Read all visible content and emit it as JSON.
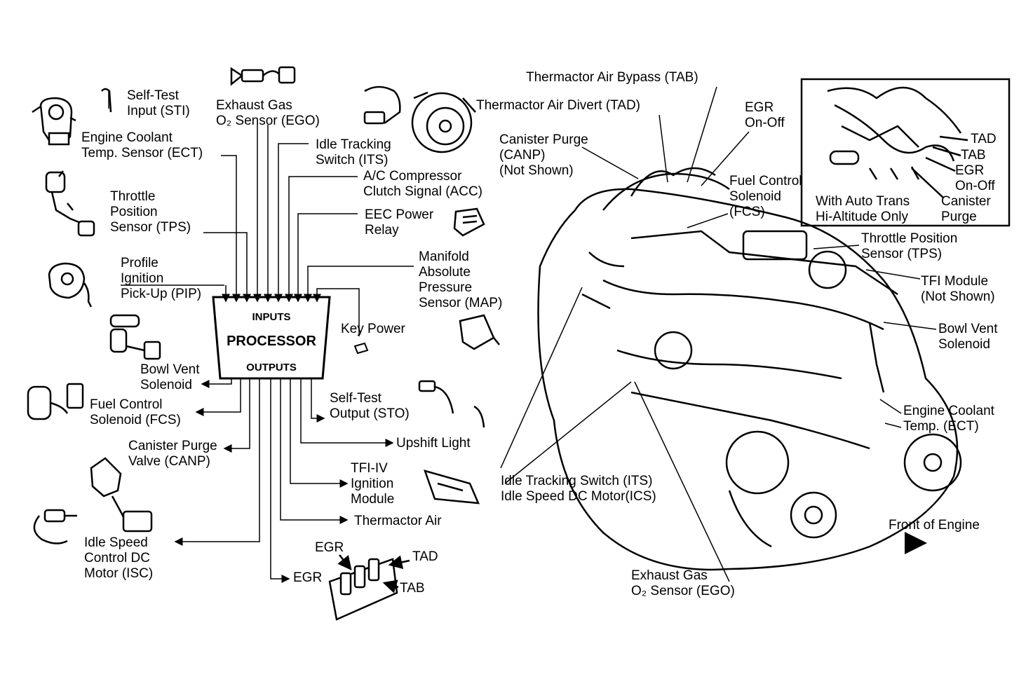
{
  "left": {
    "self_test_input": [
      "Self-Test",
      "Input (STI)"
    ],
    "exhaust_gas_o2": [
      "Exhaust Gas",
      "O₂ Sensor (EGO)"
    ],
    "engine_coolant": [
      "Engine Coolant",
      "Temp. Sensor (ECT)"
    ],
    "idle_tracking": [
      "Idle Tracking",
      "Switch (ITS)"
    ],
    "ac_compressor": [
      "A/C Compressor",
      "Clutch Signal (ACC)"
    ],
    "throttle_position": [
      "Throttle",
      "Position",
      "Sensor (TPS)"
    ],
    "eec_power": [
      "EEC Power",
      "Relay"
    ],
    "profile_ignition": [
      "Profile",
      "Ignition",
      "Pick-Up (PIP)"
    ],
    "map_sensor": [
      "Manifold",
      "Absolute",
      "Pressure",
      "Sensor (MAP)"
    ],
    "key_power": "Key Power",
    "bowl_vent": [
      "Bowl Vent",
      "Solenoid"
    ],
    "fuel_control": [
      "Fuel Control",
      "Solenoid (FCS)"
    ],
    "self_test_output": [
      "Self-Test",
      "Output (STO)"
    ],
    "upshift_light": "Upshift Light",
    "canister_purge_valve": [
      "Canister Purge",
      "Valve (CANP)"
    ],
    "tfi_iv": [
      "TFI-IV",
      "Ignition",
      "Module"
    ],
    "thermactor_air": "Thermactor Air",
    "idle_speed": [
      "Idle Speed",
      "Control DC",
      "Motor (ISC)"
    ],
    "egr_top": "EGR",
    "tad": "TAD",
    "egr_bottom": "EGR",
    "tab": "TAB"
  },
  "processor": {
    "inputs": "INPUTS",
    "title": "PROCESSOR",
    "outputs": "OUTPUTS"
  },
  "right": {
    "tab_title": "Thermactor Air Bypass (TAB)",
    "tad_title": "Thermactor Air Divert (TAD)",
    "egr_onoff": [
      "EGR",
      "On-Off"
    ],
    "canister_purge": [
      "Canister Purge",
      "(CANP)",
      "(Not Shown)"
    ],
    "fuel_control": [
      "Fuel Control",
      "Solenoid",
      "(FCS)"
    ],
    "throttle_position": [
      "Throttle Position",
      "Sensor (TPS)"
    ],
    "tfi_module": [
      "TFI Module",
      "(Not Shown)"
    ],
    "bowl_vent": [
      "Bowl Vent",
      "Solenoid"
    ],
    "engine_coolant": [
      "Engine Coolant",
      "Temp. (ECT)"
    ],
    "idle_tracking": [
      "Idle Tracking Switch (ITS)",
      "Idle Speed DC Motor(ICS)"
    ],
    "front": "Front of Engine",
    "exhaust_gas": [
      "Exhaust Gas",
      "O₂ Sensor (EGO)"
    ]
  },
  "inset": {
    "tad": "TAD",
    "tab": "TAB",
    "egr": [
      "EGR",
      "On-Off"
    ],
    "auto_trans": [
      "With Auto Trans",
      "Hi-Altitude Only"
    ],
    "canister": [
      "Canister",
      "Purge"
    ]
  }
}
